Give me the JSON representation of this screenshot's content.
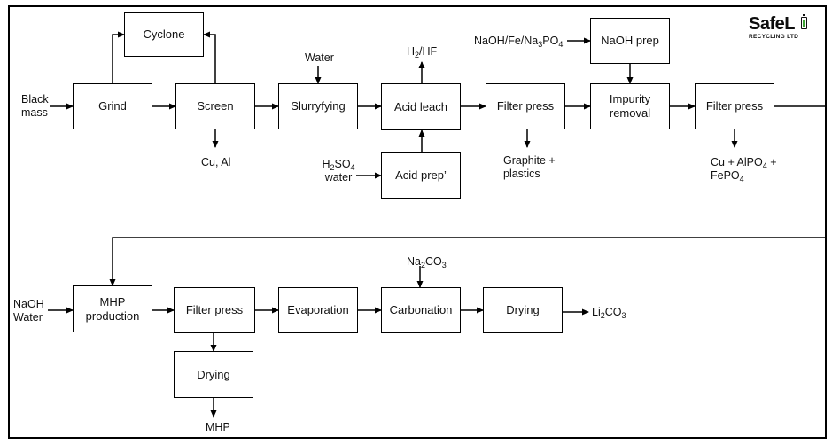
{
  "logo": {
    "name": "SafeLi",
    "word": "SafeL",
    "tagline": "RECYCLING LTD",
    "battery_color": "#3fa535",
    "battery_level": 0.7
  },
  "process": {
    "cyclone": "Cyclone",
    "grind": "Grind",
    "screen": "Screen",
    "slurryfying": "Slurryfying",
    "acid_leach": "Acid leach",
    "acid_prep": "Acid prep’",
    "filter_press_1": "Filter press",
    "naoh_prep": "NaOH prep",
    "impurity_removal": [
      "Impurity",
      "removal"
    ],
    "filter_press_2": "Filter press",
    "mhp_production": [
      "MHP",
      "production"
    ],
    "filter_press_3": "Filter press",
    "evaporation": "Evaporation",
    "carbonation": "Carbonation",
    "drying_1": "Drying",
    "drying_2": "Drying"
  },
  "streams": {
    "black_mass": [
      "Black",
      "mass"
    ],
    "water": "Water",
    "h2hf": {
      "a": "H",
      "sub": "2",
      "b": "/HF"
    },
    "naoh_fe_na3po4": {
      "a": "NaOH/Fe/Na",
      "sub": "3",
      "b": "PO",
      "sub2": "4"
    },
    "cu_al": "Cu, Al",
    "h2so4": {
      "a": "H",
      "sub": "2",
      "b": "SO",
      "sub2": "4"
    },
    "h2so4_water": "water",
    "graphite_plastics": [
      "Graphite +",
      "plastics"
    ],
    "cu_alpo4": {
      "a": "Cu + AlPO",
      "sub": "4",
      "b": " +"
    },
    "fepo4": {
      "a": "FePO",
      "sub": "4"
    },
    "naoh_water": [
      "NaOH",
      "Water"
    ],
    "na2co3": {
      "a": "Na",
      "sub": "2",
      "b": "CO",
      "sub2": "3"
    },
    "li2co3": {
      "a": "Li",
      "sub": "2",
      "b": "CO",
      "sub2": "3"
    },
    "mhp": "MHP"
  }
}
